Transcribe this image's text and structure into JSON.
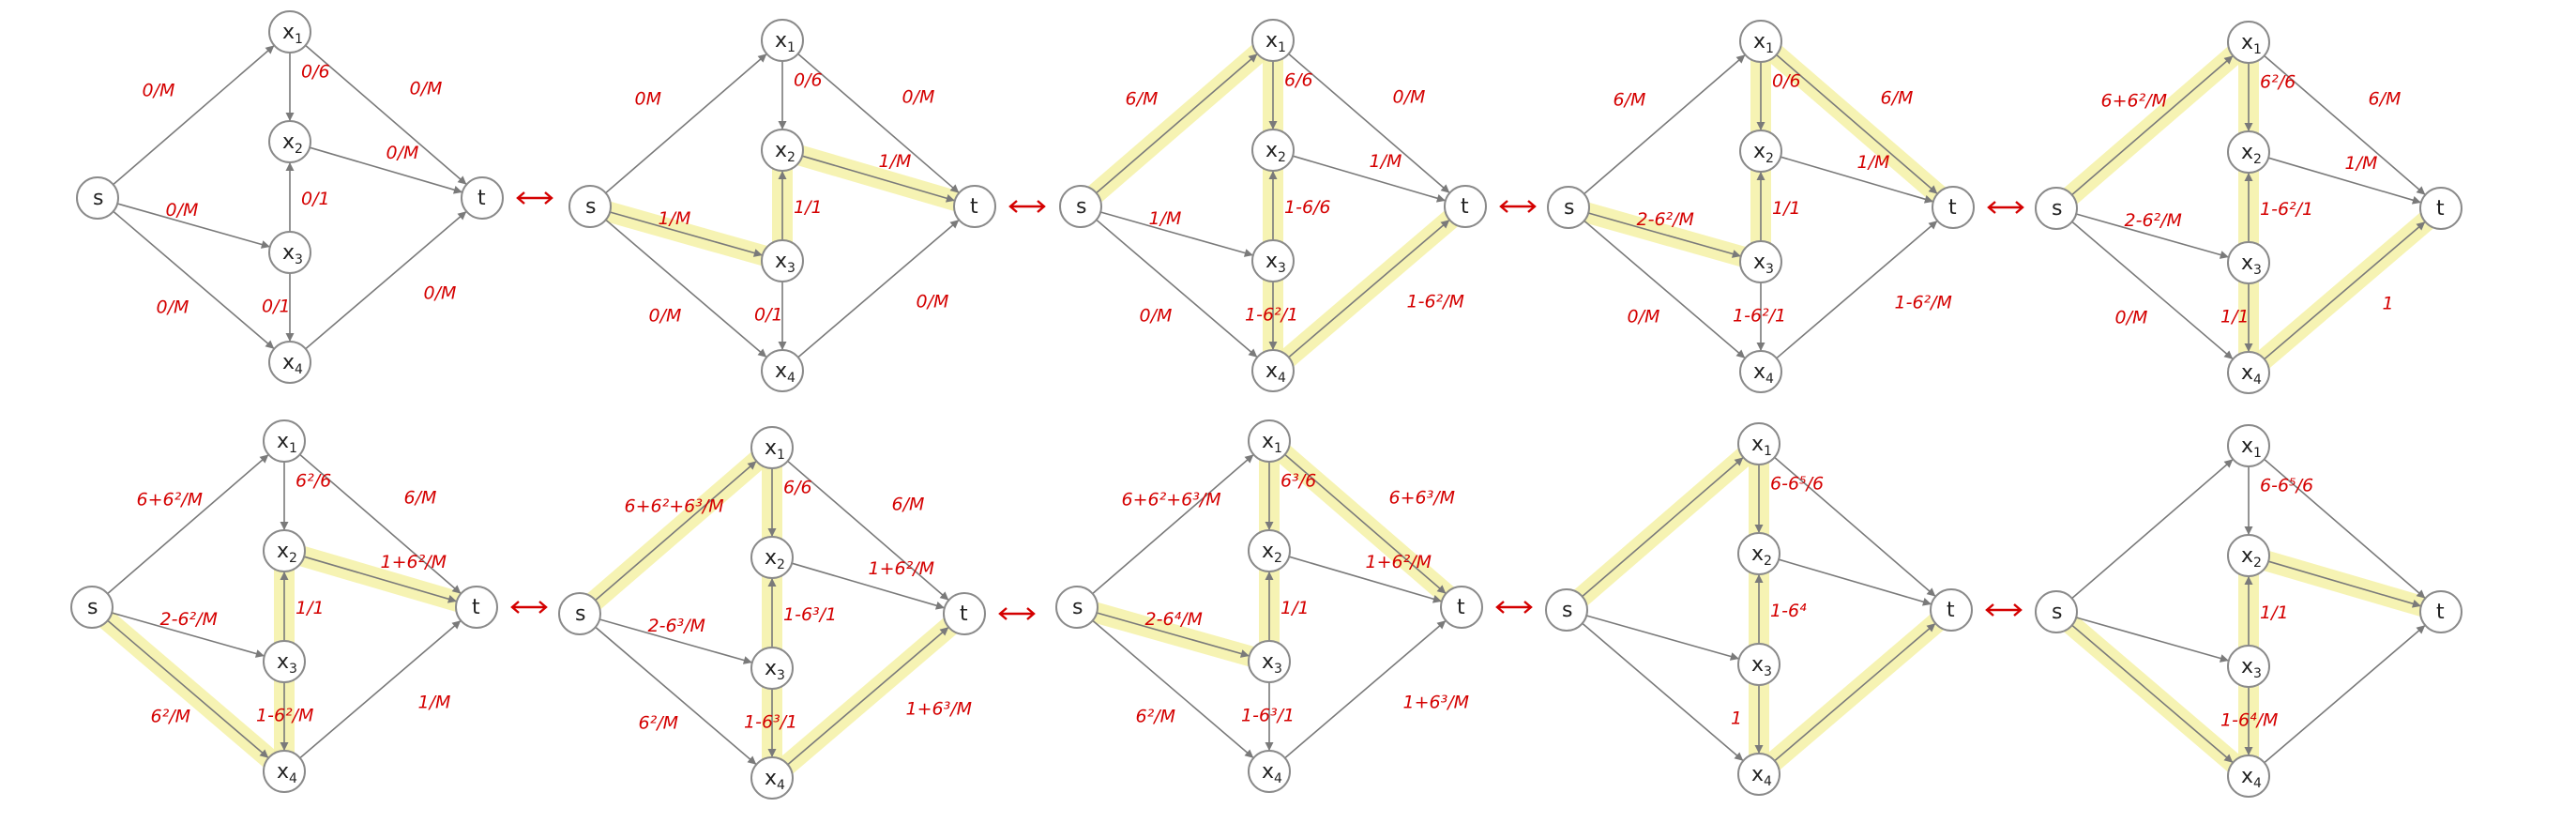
{
  "colors": {
    "node_stroke": "#8a8a8a",
    "edge": "#7a7a7a",
    "label": "#d40000",
    "highlight": "#f4f1a6"
  },
  "nodes": [
    {
      "id": "s",
      "label": "s",
      "sub": ""
    },
    {
      "id": "x1",
      "label": "x",
      "sub": "1"
    },
    {
      "id": "x2",
      "label": "x",
      "sub": "2"
    },
    {
      "id": "x3",
      "label": "x",
      "sub": "3"
    },
    {
      "id": "x4",
      "label": "x",
      "sub": "4"
    },
    {
      "id": "t",
      "label": "t",
      "sub": ""
    }
  ],
  "edges": [
    {
      "id": "s-x1",
      "from": "s",
      "to": "x1"
    },
    {
      "id": "s-x3",
      "from": "s",
      "to": "x3"
    },
    {
      "id": "s-x4",
      "from": "s",
      "to": "x4"
    },
    {
      "id": "x1-x2",
      "from": "x1",
      "to": "x2"
    },
    {
      "id": "x3-x2",
      "from": "x3",
      "to": "x2"
    },
    {
      "id": "x3-x4",
      "from": "x3",
      "to": "x4"
    },
    {
      "id": "x1-t",
      "from": "x1",
      "to": "t"
    },
    {
      "id": "x2-t",
      "from": "x2",
      "to": "t"
    },
    {
      "id": "x4-t",
      "from": "x4",
      "to": "t"
    }
  ],
  "panels": [
    {
      "highlight": [],
      "labels": {
        "s-x1": "0/M",
        "x1-x2": "0/6",
        "x1-t": "0/M",
        "s-x3": "0/M",
        "x3-x2": "0/1",
        "x2-t": "0/M",
        "s-x4": "0/M",
        "x3-x4": "0/1",
        "x4-t": "0/M"
      }
    },
    {
      "highlight": [
        "s-x3",
        "x3-x2",
        "x2-t"
      ],
      "labels": {
        "s-x1": "0M",
        "x1-x2": "0/6",
        "x1-t": "0/M",
        "x2-t": "1/M",
        "s-x3": "1/M",
        "x3-x2": "1/1",
        "s-x4": "0/M",
        "x3-x4": "0/1",
        "x4-t": "0/M"
      }
    },
    {
      "highlight": [
        "s-x1",
        "x1-x2",
        "x2-x3v",
        "x3-x4",
        "x4-t"
      ],
      "labels": {
        "s-x1": "6/M",
        "x1-x2": "6/6",
        "x1-t": "0/M",
        "x2-t": "1/M",
        "s-x3": "1/M",
        "x3-x2": "1-6/6",
        "x3-x4": "1-6²/1",
        "s-x4": "0/M",
        "x4-t": "1-6²/M"
      }
    },
    {
      "highlight": [
        "s-x3",
        "x3-x2",
        "x1-x2",
        "x1-t"
      ],
      "labels": {
        "s-x1": "6/M",
        "x1-x2": "0/6",
        "x1-t": "6/M",
        "x2-t": "1/M",
        "s-x3": "2-6²/M",
        "x3-x2": "1/1",
        "x3-x4": "1-6²/1",
        "s-x4": "0/M",
        "x4-t": "1-6²/M"
      }
    },
    {
      "highlight": [
        "s-x1",
        "x1-x2",
        "x3-x2",
        "x3-x4",
        "x4-t"
      ],
      "labels": {
        "s-x1": "6+6²/M",
        "x1-x2": "6²/6",
        "x1-t": "6/M",
        "x2-t": "1/M",
        "s-x3": "2-6²/M",
        "x3-x2": "1-6²/1",
        "x3-x4": "1/1",
        "s-x4": "0/M",
        "x4-t": "1"
      }
    },
    {
      "highlight": [
        "s-x4",
        "x3-x4",
        "x3-x2",
        "x2-t"
      ],
      "labels": {
        "s-x1": "6+6²/M",
        "x1-x2": "6²/6",
        "x1-t": "6/M",
        "x2-t": "1+6²/M",
        "s-x3": "2-6²/M",
        "x3-x2": "1/1",
        "x3-x4": "1-6²/M",
        "s-x4": "6²/M",
        "x4-t": "1/M"
      }
    },
    {
      "highlight": [
        "s-x1",
        "x1-x2",
        "x3-x2",
        "x3-x4",
        "x4-t"
      ],
      "labels": {
        "s-x1": "6+6²+6³/M",
        "x1-x2": "6/6",
        "x1-t": "6/M",
        "x2-t": "1+6²/M",
        "s-x3": "2-6³/M",
        "x3-x2": "1-6³/1",
        "x3-x4": "1-6³/1",
        "s-x4": "6²/M",
        "x4-t": "1+6³/M"
      }
    },
    {
      "highlight": [
        "s-x3",
        "x3-x2",
        "x1-x2",
        "x1-t"
      ],
      "labels": {
        "s-x1": "6+6²+6³/M",
        "x1-x2": "6³/6",
        "x1-t": "6+6³/M",
        "x2-t": "1+6²/M",
        "s-x3": "2-6⁴/M",
        "x3-x2": "1/1",
        "x3-x4": "1-6³/1",
        "s-x4": "6²/M",
        "x4-t": "1+6³/M"
      }
    },
    {
      "highlight": [
        "s-x1",
        "x1-x2",
        "x3-x2",
        "x3-x4",
        "x4-t"
      ],
      "labels": {
        "x1-x2": "6-6⁵/6",
        "x3-x2": "1-6⁴",
        "x3-x4": "1"
      }
    },
    {
      "highlight": [
        "s-x4",
        "x3-x4",
        "x3-x2",
        "x2-t"
      ],
      "labels": {
        "x1-x2": "6-6⁵/6",
        "x3-x2": "1/1",
        "x3-x4": "1-6⁴/M"
      }
    }
  ]
}
